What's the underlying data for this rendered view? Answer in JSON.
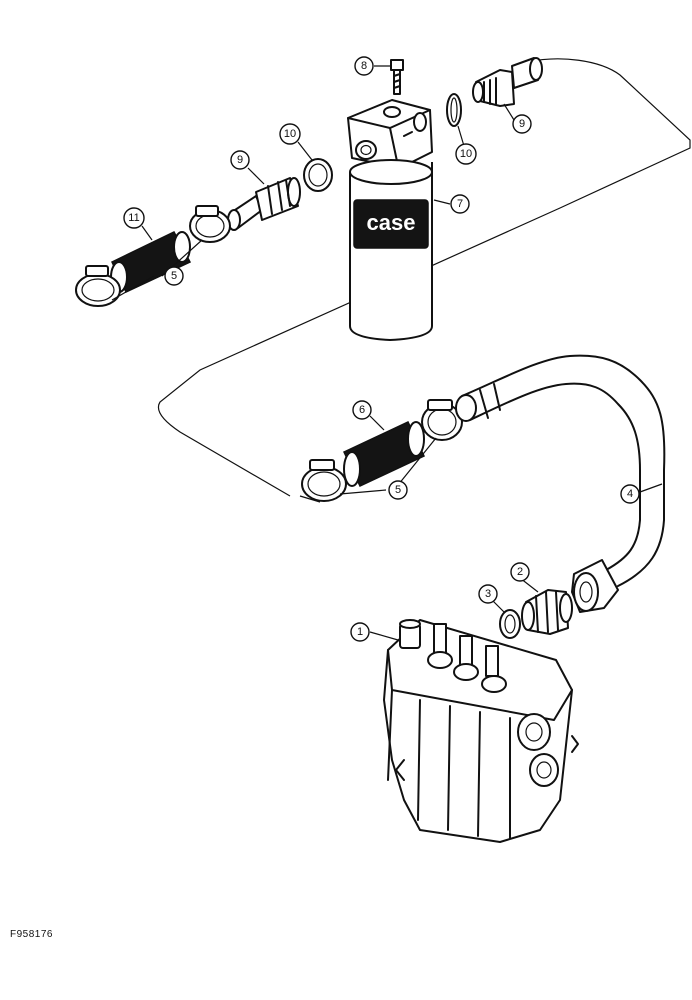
{
  "figure_id": "F958176",
  "filter_brand": "case",
  "callouts": {
    "c1": "1",
    "c2": "2",
    "c3": "3",
    "c4": "4",
    "c5a": "5",
    "c5b": "5",
    "c6": "6",
    "c7": "7",
    "c8": "8",
    "c9a": "9",
    "c9b": "9",
    "c10a": "10",
    "c10b": "10",
    "c11": "11"
  }
}
